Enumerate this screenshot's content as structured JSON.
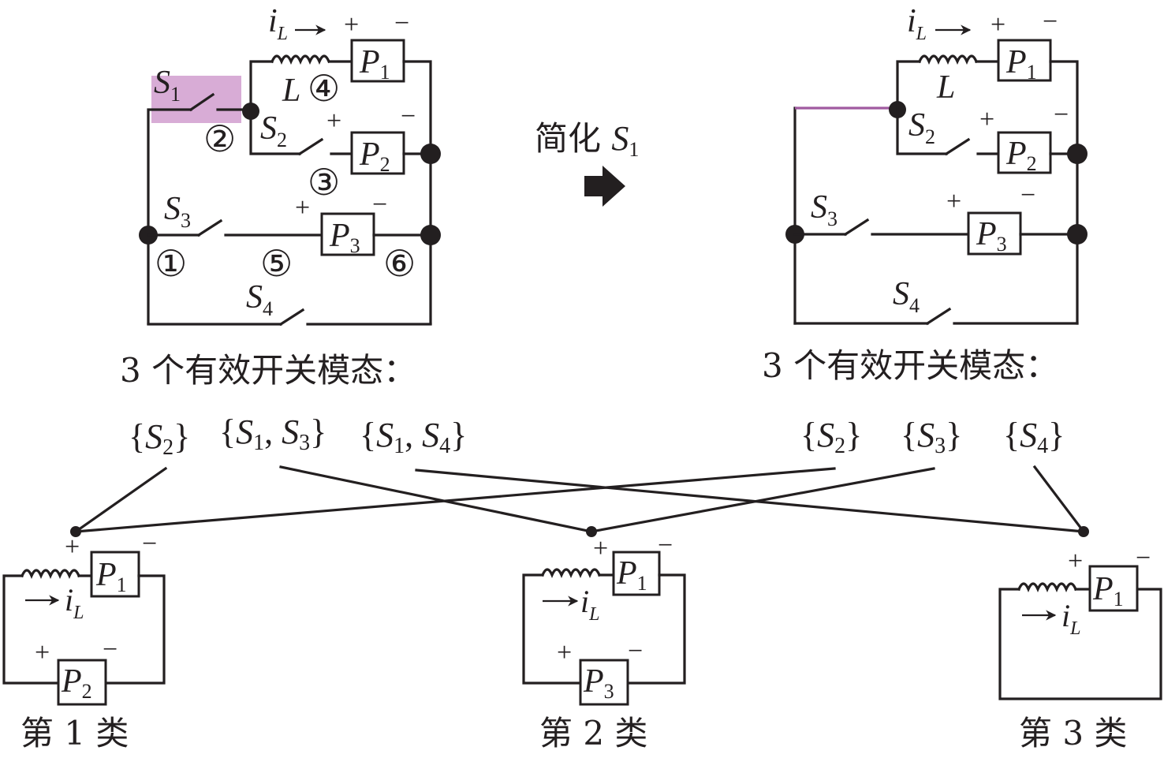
{
  "left_circuit": {
    "switches": [
      "S",
      "S",
      "S",
      "S"
    ],
    "switch_subs": [
      "1",
      "2",
      "3",
      "4"
    ],
    "loads": [
      "P",
      "P",
      "P"
    ],
    "load_subs": [
      "1",
      "2",
      "3"
    ],
    "inductor_label": "L",
    "current_label": "i",
    "current_sub": "L",
    "nodes": [
      "①",
      "②",
      "③",
      "④",
      "⑤",
      "⑥"
    ],
    "highlight_color": "#d8acd6",
    "plus": "+",
    "minus": "−"
  },
  "transform": {
    "label": "简化 ",
    "label_var": "S",
    "label_sub": "1"
  },
  "right_circuit": {
    "switches": [
      "S",
      "S",
      "S"
    ],
    "switch_subs": [
      "2",
      "3",
      "4"
    ],
    "loads": [
      "P",
      "P",
      "P"
    ],
    "load_subs": [
      "1",
      "2",
      "3"
    ],
    "inductor_label": "L",
    "current_label": "i",
    "current_sub": "L",
    "highlight_wire_color": "#a05aa0"
  },
  "left_modes": {
    "title": "3 个有效开关模态：",
    "modes": [
      {
        "open": "{",
        "items": [
          [
            "S",
            "2"
          ]
        ],
        "close": "}"
      },
      {
        "open": "{",
        "items": [
          [
            "S",
            "1"
          ],
          [
            "S",
            "3"
          ]
        ],
        "close": "}"
      },
      {
        "open": "{",
        "items": [
          [
            "S",
            "1"
          ],
          [
            "S",
            "4"
          ]
        ],
        "close": "}"
      }
    ]
  },
  "right_modes": {
    "title": "3 个有效开关模态：",
    "modes": [
      {
        "open": "{",
        "items": [
          [
            "S",
            "2"
          ]
        ],
        "close": "}"
      },
      {
        "open": "{",
        "items": [
          [
            "S",
            "3"
          ]
        ],
        "close": "}"
      },
      {
        "open": "{",
        "items": [
          [
            "S",
            "4"
          ]
        ],
        "close": "}"
      }
    ]
  },
  "classes": [
    {
      "label": "第 1 类",
      "second_load": "P",
      "second_load_sub": "2"
    },
    {
      "label": "第 2 类",
      "second_load": "P",
      "second_load_sub": "3"
    },
    {
      "label": "第 3 类",
      "second_load": null,
      "second_load_sub": null
    }
  ],
  "class_loads": {
    "load": "P",
    "load_sub": "1",
    "current": "i",
    "current_sub": "L"
  },
  "mappings": [
    {
      "from": "left_modes.0",
      "to": "classes.0"
    },
    {
      "from": "right_modes.0",
      "to": "classes.0"
    },
    {
      "from": "left_modes.1",
      "to": "classes.1"
    },
    {
      "from": "right_modes.1",
      "to": "classes.1"
    },
    {
      "from": "left_modes.2",
      "to": "classes.2"
    },
    {
      "from": "right_modes.2",
      "to": "classes.2"
    }
  ]
}
